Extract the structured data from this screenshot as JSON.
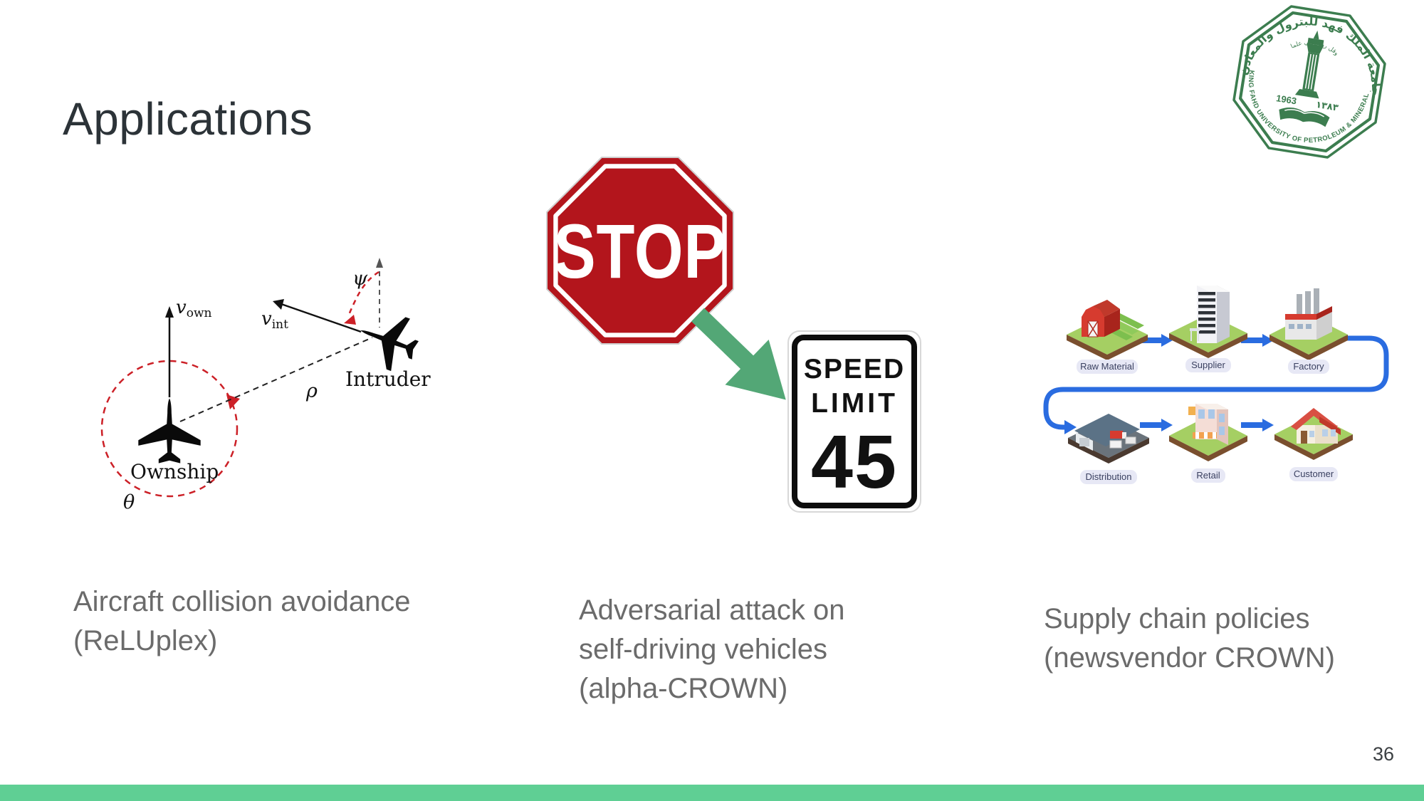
{
  "slide": {
    "title": "Applications",
    "page_number": "36"
  },
  "colors": {
    "accent_bar": "#5fcf94",
    "stop_red": "#b3151c",
    "arrow_green": "#53a776",
    "supply_blue": "#2a6ce0",
    "logo_green": "#3c7d4f",
    "caption_gray": "#6b6b6b",
    "diagram_red": "#cc2027"
  },
  "logo": {
    "arabic_title": "جامعة الملك فهد للبترول والمعادن",
    "arabic_motto": "وقل رب زدني علما",
    "year_gregorian": "1963",
    "year_hijri": "١٣٨٣",
    "english_title": "KING FAHD UNIVERSITY OF PETROLEUM & MINERALS"
  },
  "aircraft": {
    "v_symbol": "v",
    "own_sub": "own",
    "int_sub": "int",
    "psi": "ψ",
    "rho": "ρ",
    "theta": "θ",
    "intruder": "Intruder",
    "ownship": "Ownship"
  },
  "signs": {
    "stop": "STOP",
    "speed_line1": "SPEED",
    "speed_line2": "LIMIT",
    "speed_value": "45"
  },
  "supply_chain": {
    "nodes": [
      "Raw Material",
      "Supplier",
      "Factory",
      "Distribution",
      "Retail",
      "Customer"
    ]
  },
  "captions": [
    {
      "lines": [
        "Aircraft collision avoidance",
        "(ReLUplex)"
      ]
    },
    {
      "lines": [
        "Adversarial attack on",
        "self-driving vehicles",
        "(alpha-CROWN)"
      ]
    },
    {
      "lines": [
        "Supply chain policies",
        "(newsvendor CROWN)"
      ]
    }
  ]
}
